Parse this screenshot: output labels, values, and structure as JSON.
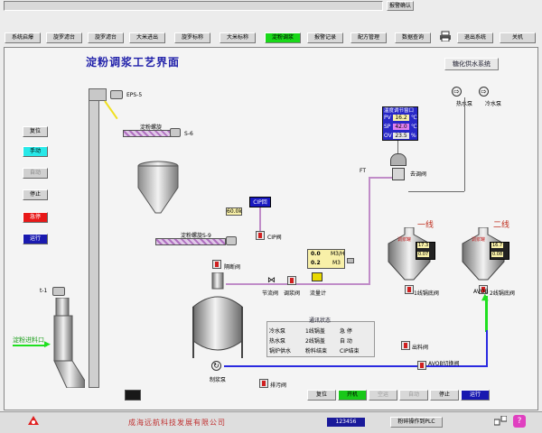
{
  "topbar": {
    "alarm_confirm": "报警确认"
  },
  "nav": {
    "items": [
      "系统启爆",
      "旋罗滤台",
      "旋罗滤台",
      "大米进出",
      "旋罗标称",
      "大米标称",
      "淀粉调浆",
      "报警记录",
      "配方管理",
      "数据查询",
      "",
      "退出系统",
      "关机"
    ],
    "active_index": 6
  },
  "title": "淀粉调浆工艺界面",
  "water_system": "糖化供水系统",
  "controls": {
    "reset": "复位",
    "manual": "手动",
    "auto": "自动",
    "stop": "停止",
    "emergency": "急停",
    "run": "运行"
  },
  "labels": {
    "elevator_motor": "EPS-5",
    "screw1": "淀粉螺旋",
    "screw1_motor": "S-6",
    "screw2": "淀粉螺旋S-9",
    "weigh_value": "60.0k",
    "cip_return": "CIP回",
    "cip_valve": "CIP阀",
    "discharge_valve": "隔断阀",
    "throttle_valve": "节流阀",
    "regulating_valve": "调浆阀",
    "flowmeter": "流量计",
    "flow1": "0.0",
    "flow1_unit": "M3/H",
    "flow2": "0.2",
    "flow2_unit": "M3",
    "hot_pump": "热水泵",
    "cold_pump": "冷水泵",
    "temp_controller": "温度调节窗口",
    "pv_label": "PV",
    "pv_value": "16.2",
    "sp_label": "SP",
    "sp_value": "42.0",
    "ov_label": "OV",
    "ov_value": "23.5",
    "temp_unit1": "℃",
    "temp_unit2": "℃",
    "temp_unit3": "%",
    "ft": "FT",
    "return_valve": "去调阀",
    "line1": "一线",
    "line2": "二线",
    "kettle1_tag": "调浆罐",
    "kettle2_tag": "调浆罐",
    "k1_val1": "17.3",
    "k1_val2": "0.07",
    "k2_val1": "16.7",
    "k2_val2": "0.08",
    "boiler1_valve": "1线锅底阀",
    "boiler2_valve": "2线锅底阀",
    "avob": "AVOB",
    "outlet_valve": "出料阀",
    "avob_switch": "AVOB切换阀",
    "tank_pump": "制浆泵",
    "drain_valve": "排污阀",
    "t1": "t-1",
    "feed_inlet": "淀粉进料口"
  },
  "status_panel": {
    "title": "通讯状态",
    "rows": [
      [
        "冷水泵",
        "1线锅盖",
        "急  停"
      ],
      [
        "热水泵",
        "2线锅盖",
        "自  动"
      ],
      [
        "锅炉供水",
        "粉料结束",
        "CIP结束"
      ]
    ]
  },
  "bottom_buttons": [
    "复位",
    "开机",
    "空运",
    "自动",
    "停止",
    "运行"
  ],
  "company": "成海远航科技发展有限公司",
  "counter": "123456",
  "plc_switch": "粉碎操作到PLC"
}
